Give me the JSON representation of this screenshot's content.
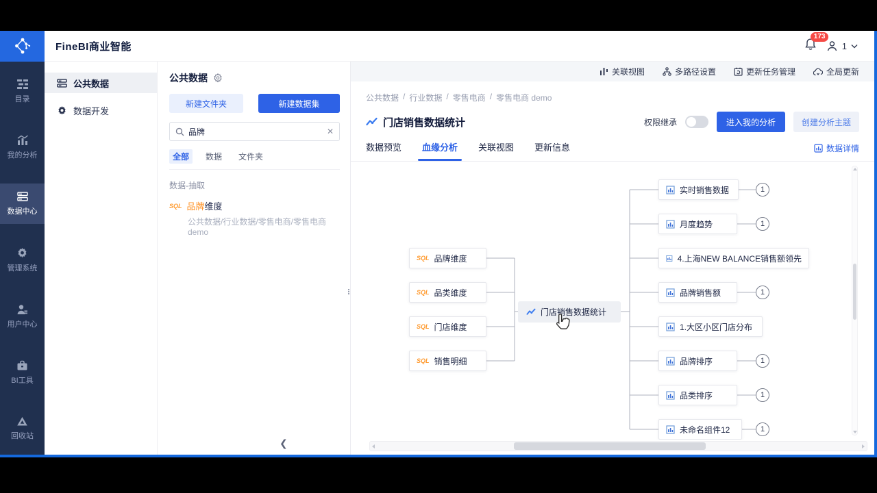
{
  "colors": {
    "primary": "#2E62E6",
    "badge_red": "#F54A45",
    "orange": "#FF8F1F",
    "sidebar_dark": "#20304F",
    "border_blue": "#1569DD"
  },
  "header": {
    "app_title": "FineBI商业智能",
    "notification_count": "173",
    "user_count": "1"
  },
  "nav": {
    "items": [
      {
        "label": "目录"
      },
      {
        "label": "我的分析"
      },
      {
        "label": "数据中心"
      },
      {
        "label": "管理系统"
      },
      {
        "label": "用户中心"
      },
      {
        "label": "BI工具"
      },
      {
        "label": "回收站"
      }
    ],
    "active": "数据中心"
  },
  "secondary_nav": {
    "items": [
      {
        "label": "公共数据"
      },
      {
        "label": "数据开发"
      }
    ],
    "active": "公共数据"
  },
  "panel": {
    "title": "公共数据",
    "new_folder_label": "新建文件夹",
    "new_dataset_label": "新建数据集",
    "search_value": "品牌",
    "tabs": [
      "全部",
      "数据",
      "文件夹"
    ],
    "active_tab": "全部",
    "section_label": "数据-抽取",
    "result": {
      "name_highlight": "品牌",
      "name_rest": "维度",
      "path": "公共数据/行业数据/零售电商/零售电商 demo"
    }
  },
  "toolbar": {
    "items": [
      "关联视图",
      "多路径设置",
      "更新任务管理",
      "全局更新"
    ]
  },
  "main": {
    "breadcrumb": [
      "公共数据",
      "行业数据",
      "零售电商",
      "零售电商 demo"
    ],
    "breadcrumb_sep": "/",
    "title": "门店销售数据统计",
    "permission_label": "权限继承",
    "permission_on": false,
    "enter_analysis_label": "进入我的分析",
    "create_theme_label": "创建分析主题",
    "tabs": [
      "数据预览",
      "血缘分析",
      "关联视图",
      "更新信息"
    ],
    "active_tab": "血缘分析",
    "data_detail_label": "数据详情"
  },
  "icons": {
    "sql_label": "SQL"
  },
  "lineage": {
    "sources": [
      "品牌维度",
      "品类维度",
      "门店维度",
      "销售明细"
    ],
    "center": "门店销售数据统计",
    "outputs": [
      {
        "label": "实时销售数据",
        "badge": "1"
      },
      {
        "label": "月度趋势",
        "badge": "1"
      },
      {
        "label": "4.上海NEW BALANCE销售额领先",
        "badge": ""
      },
      {
        "label": "品牌销售额",
        "badge": "1"
      },
      {
        "label": "1.大区小区门店分布",
        "badge": ""
      },
      {
        "label": "品牌排序",
        "badge": "1"
      },
      {
        "label": "品类排序",
        "badge": "1"
      },
      {
        "label": "未命名组件12",
        "badge": "1"
      }
    ]
  }
}
